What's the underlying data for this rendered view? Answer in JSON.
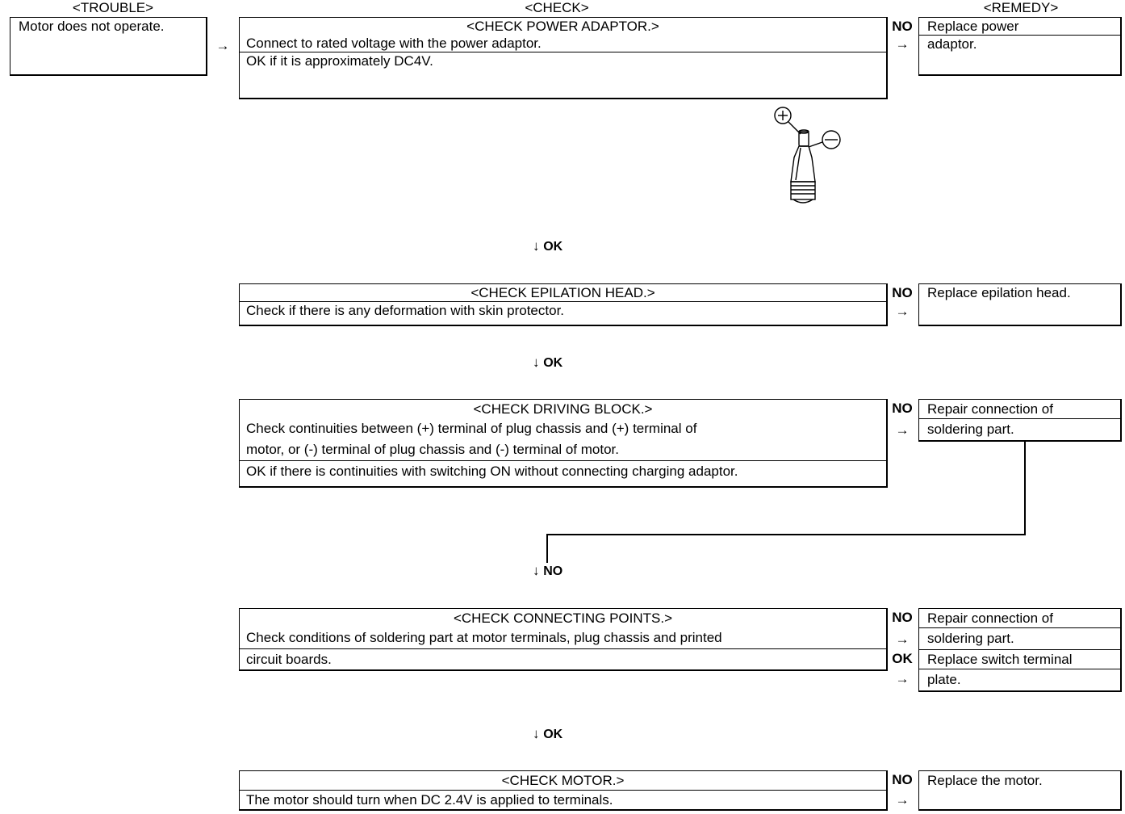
{
  "headers": {
    "trouble": "<TROUBLE>",
    "check": "<CHECK>",
    "remedy": "<REMEDY>"
  },
  "trouble": {
    "text": "Motor does not operate.",
    "arrow": "→"
  },
  "down_arrow": "↓",
  "checks": [
    {
      "title": "<CHECK POWER ADAPTOR.>",
      "lines": [
        "Connect to rated voltage with the power adaptor.",
        "OK if it is approximately DC4V."
      ],
      "branches": [
        {
          "label": "NO",
          "arrow": "→",
          "remedy": [
            "Replace power",
            "adaptor."
          ]
        }
      ],
      "next": "OK"
    },
    {
      "title": "<CHECK EPILATION HEAD.>",
      "lines": [
        "Check if there is any deformation with skin protector."
      ],
      "branches": [
        {
          "label": "NO",
          "arrow": "→",
          "remedy": [
            "Replace epilation head."
          ]
        }
      ],
      "next": "OK"
    },
    {
      "title": "<CHECK DRIVING BLOCK.>",
      "lines": [
        "Check continuities between (+) terminal of plug chassis and (+) terminal of",
        "motor, or (-) terminal of plug chassis and (-) terminal of motor.",
        "OK if there is continuities with switching ON without connecting charging adaptor."
      ],
      "branches": [
        {
          "label": "NO",
          "arrow": "→",
          "remedy": [
            "Repair connection of",
            "soldering part."
          ]
        }
      ],
      "next": "NO"
    },
    {
      "title": "<CHECK CONNECTING POINTS.>",
      "lines": [
        "Check conditions of soldering part at motor terminals, plug chassis and printed",
        "circuit boards."
      ],
      "branches": [
        {
          "label": "NO",
          "arrow": "→",
          "remedy": [
            "Repair connection of",
            "soldering part."
          ]
        },
        {
          "label": "OK",
          "arrow": "→",
          "remedy": [
            "Replace switch terminal",
            "plate."
          ]
        }
      ],
      "next": "OK"
    },
    {
      "title": "<CHECK MOTOR.>",
      "lines": [
        "The motor should turn when DC 2.4V is applied to terminals."
      ],
      "branches": [
        {
          "label": "NO",
          "arrow": "→",
          "remedy": [
            "Replace the motor."
          ]
        }
      ]
    }
  ]
}
